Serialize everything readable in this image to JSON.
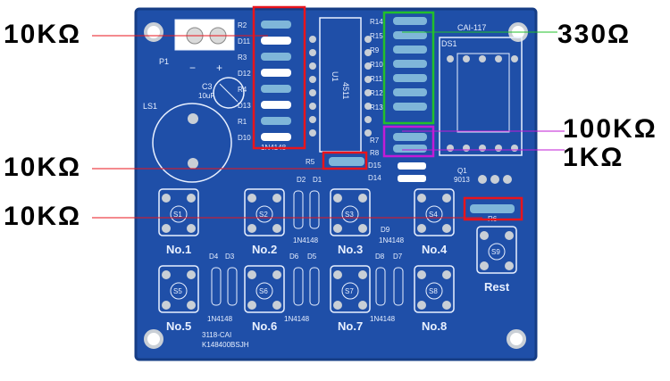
{
  "callouts": {
    "r_10k_top": "10KΩ",
    "r_330": "330Ω",
    "r_100k": "100KΩ",
    "r_1k": "1KΩ",
    "r_10k_mid": "10KΩ",
    "r_10k_bottom": "10KΩ"
  },
  "board": {
    "model": "CAI-117",
    "ic_ref": "U1",
    "ic_part": "4511",
    "display_ref": "DS1",
    "power_ref": "P1",
    "power_minus": "−",
    "power_plus": "+",
    "cap_ref": "C3",
    "cap_value": "10uF",
    "speaker_ref": "LS1",
    "transistor_ref": "Q1",
    "transistor_part": "9013",
    "diode_part": "1N4148",
    "r5_label": "R5",
    "r6_label": "R6",
    "r7_label": "R7",
    "r8_label": "R8",
    "d15_label": "D15",
    "d14_label": "D14",
    "footer_line1": "3118-CAI",
    "footer_line2": "K148400BSJH",
    "left_refs": [
      "R2",
      "D11",
      "R3",
      "D12",
      "R4",
      "D13",
      "R1",
      "D10"
    ],
    "right_refs": [
      "R14",
      "R15",
      "R9",
      "R10",
      "R11",
      "R12",
      "R13"
    ],
    "diode_pairs": {
      "d2": "D2",
      "d1": "D1",
      "d9": "D9",
      "d4": "D4",
      "d3": "D3",
      "d6": "D6",
      "d5": "D5",
      "d8": "D8",
      "d7": "D7"
    },
    "switches": [
      {
        "ref": "S1",
        "name": "No.1"
      },
      {
        "ref": "S2",
        "name": "No.2"
      },
      {
        "ref": "S3",
        "name": "No.3"
      },
      {
        "ref": "S4",
        "name": "No.4"
      },
      {
        "ref": "S5",
        "name": "No.5"
      },
      {
        "ref": "S6",
        "name": "No.6"
      },
      {
        "ref": "S7",
        "name": "No.7"
      },
      {
        "ref": "S8",
        "name": "No.8"
      },
      {
        "ref": "S9",
        "name": "Rest"
      }
    ]
  },
  "colors": {
    "board": "#1f4fa8",
    "silk": "#e8f0ff",
    "pad": "#c9cfd6",
    "red_box": "#e8141c",
    "green_box": "#22c02a",
    "magenta_box": "#c21bd6",
    "resistor_body": "#7fb6d9"
  }
}
